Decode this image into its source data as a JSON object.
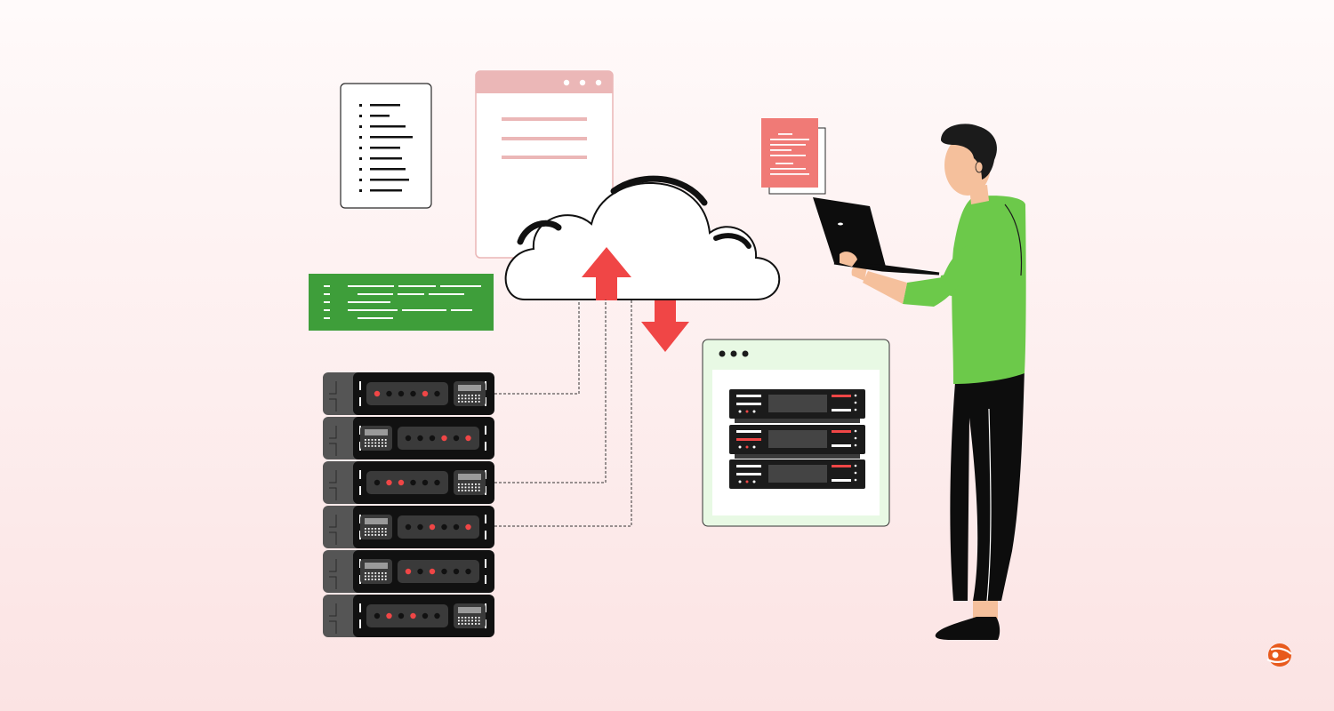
{
  "illustration": {
    "subject": "person-with-laptop",
    "icons": [
      "cloud-icon",
      "upload-arrow-icon",
      "download-arrow-icon",
      "server-rack-icon",
      "document-icon",
      "browser-window-icon",
      "code-window-icon",
      "brand-logo-icon"
    ]
  },
  "server_rack": {
    "units": [
      {
        "panel_side": "right",
        "leds": [
          "red",
          "dark",
          "dark",
          "dark",
          "red",
          "dark"
        ]
      },
      {
        "panel_side": "left",
        "leds": [
          "dark",
          "dark",
          "dark",
          "red",
          "dark",
          "red"
        ]
      },
      {
        "panel_side": "right",
        "leds": [
          "dark",
          "red",
          "red",
          "dark",
          "dark",
          "dark"
        ]
      },
      {
        "panel_side": "left",
        "leds": [
          "dark",
          "dark",
          "red",
          "dark",
          "dark",
          "red"
        ]
      },
      {
        "panel_side": "left",
        "leds": [
          "red",
          "dark",
          "red",
          "dark",
          "dark",
          "dark"
        ]
      },
      {
        "panel_side": "right",
        "leds": [
          "dark",
          "red",
          "dark",
          "red",
          "dark",
          "dark"
        ]
      }
    ]
  },
  "colors": {
    "accent_red": "#f04646",
    "accent_green": "#3e9e3a",
    "shirt_green": "#6cc94a",
    "light_green": "#e8f9e4",
    "pink_bar": "#ebb7b7",
    "paper_red": "#f07a76",
    "skin": "#f5c09c",
    "dark": "#1b1b1b",
    "rack_dark": "#111111",
    "rack_side": "#555555"
  }
}
